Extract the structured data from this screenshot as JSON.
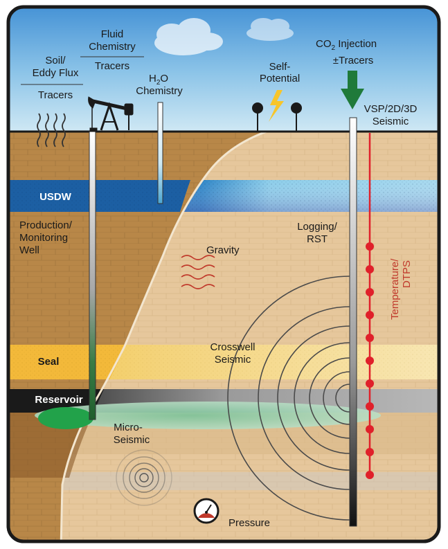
{
  "labels": {
    "soil_line1": "Soil/",
    "soil_line2": "Eddy Flux",
    "soil_tracers": "Tracers",
    "fluid_line1": "Fluid",
    "fluid_line2": "Chemistry",
    "fluid_tracers": "Tracers",
    "h2o_h": "H",
    "h2o_sub": "2",
    "h2o_o": "O",
    "h2o_line2": "Chemistry",
    "self_line1": "Self-",
    "self_line2": "Potential",
    "co2_c": "CO",
    "co2_sub": "2",
    "co2_rest": " Injection",
    "co2_line2": "±Tracers",
    "vsp_line1": "VSP/2D/3D",
    "vsp_line2": "Seismic",
    "usdw": "USDW",
    "production_line1": "Production/",
    "production_line2": "Monitoring",
    "production_line3": "Well",
    "gravity": "Gravity",
    "logging_line1": "Logging/",
    "logging_line2": "RST",
    "temperature_line1": "Temperature/",
    "temperature_line2": "DTPS",
    "seal": "Seal",
    "crosswell_line1": "Crosswell",
    "crosswell_line2": "Seismic",
    "reservoir": "Reservoir",
    "micro_line1": "Micro-",
    "micro_line2": "Seismic",
    "pressure": "Pressure"
  },
  "colors": {
    "sky_top": "#3f8ed4",
    "sky_bottom": "#c5e3f2",
    "ground_tan": "#e6c79c",
    "ground_light": "#efdcbd",
    "fault_brown": "#b88748",
    "usdw_dark": "#1c65ac",
    "usdw_light": "#8ccdea",
    "seal_yellow": "#f5c84a",
    "seal_light": "#f7e6b1",
    "reservoir_dark": "#2b2b2b",
    "reservoir_gray": "#8a8a8a",
    "plume_green": "#2e9a4a",
    "co2_arrow": "#1f7a3a",
    "temperature_red": "#e0202a",
    "lightning_yellow": "#f7c52a",
    "gravity_wave": "#c0392b"
  },
  "icons": [
    "pumpjack-icon",
    "lightning-icon",
    "co2-arrow-icon",
    "pressure-gauge-icon",
    "cloud-icon",
    "electrode-icon"
  ]
}
